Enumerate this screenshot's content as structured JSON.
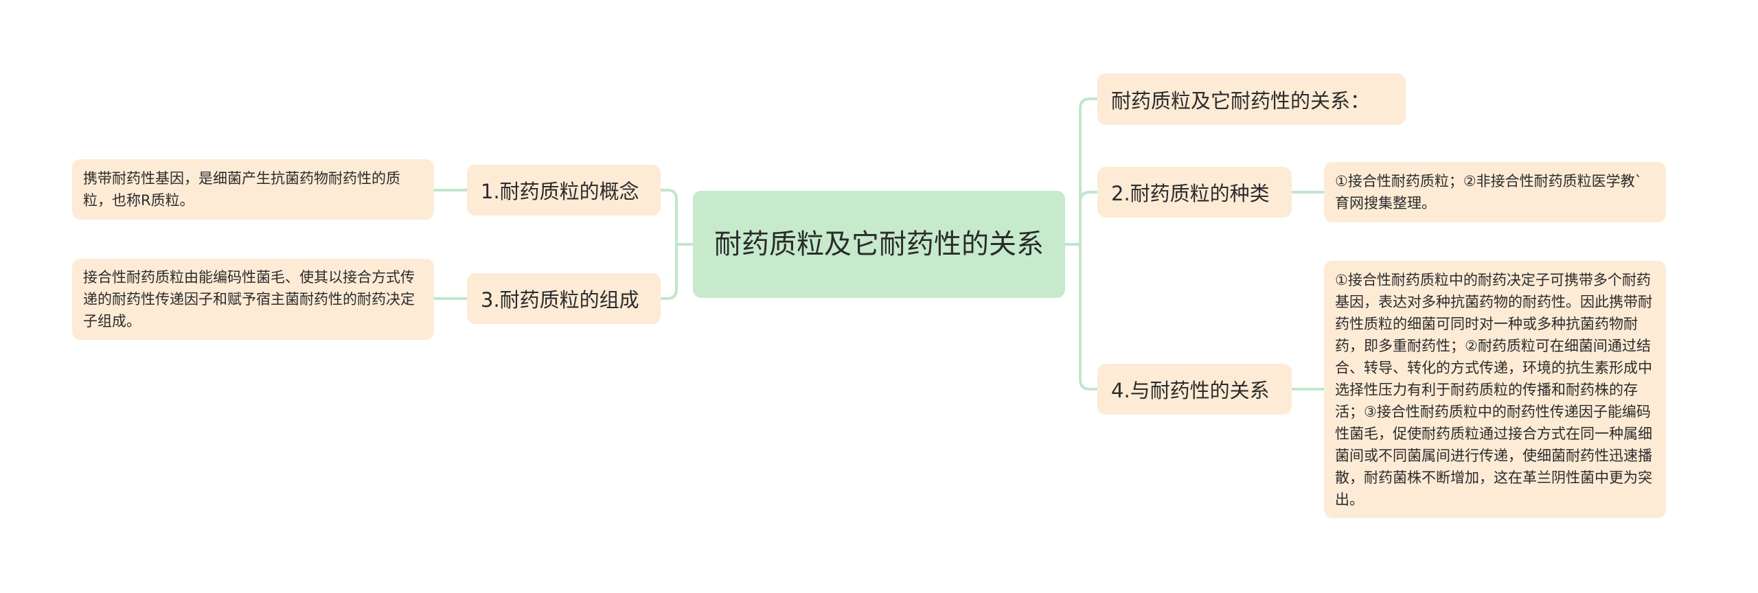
{
  "root": {
    "label": "耐药质粒及它耐药性的关系"
  },
  "left_branches": [
    {
      "label": "1.耐药质粒的概念",
      "leaf": "携带耐药性基因，是细菌产生抗菌药物耐药性的质粒，也称R质粒。"
    },
    {
      "label": "3.耐药质粒的组成",
      "leaf": "接合性耐药质粒由能编码性菌毛、使其以接合方式传递的耐药性传递因子和赋予宿主菌耐药性的耐药决定子组成。"
    }
  ],
  "right_branches": [
    {
      "label": "耐药质粒及它耐药性的关系："
    },
    {
      "label": "2.耐药质粒的种类",
      "leaf": "①接合性耐药质粒；②非接合性耐药质粒医学教`育网搜集整理。"
    },
    {
      "label": "4.与耐药性的关系",
      "leaf": "①接合性耐药质粒中的耐药决定子可携带多个耐药基因，表达对多种抗菌药物的耐药性。因此携带耐药性质粒的细菌可同时对一种或多种抗菌药物耐药，即多重耐药性；②耐药质粒可在细菌间通过结合、转导、转化的方式传递，环境的抗生素形成中选择性压力有利于耐药质粒的传播和耐药株的存活；③接合性耐药质粒中的耐药性传递因子能编码性菌毛，促使耐药质粒通过接合方式在同一种属细菌间或不同菌属间进行传递，使细菌耐药性迅速播散，耐药菌株不断增加，这在革兰阴性菌中更为突出。"
    }
  ],
  "colors": {
    "root_fill": "#c6eacb",
    "node_fill": "#fdebd6",
    "connector": "#c2e6cb",
    "text": "#2b2b2b"
  }
}
